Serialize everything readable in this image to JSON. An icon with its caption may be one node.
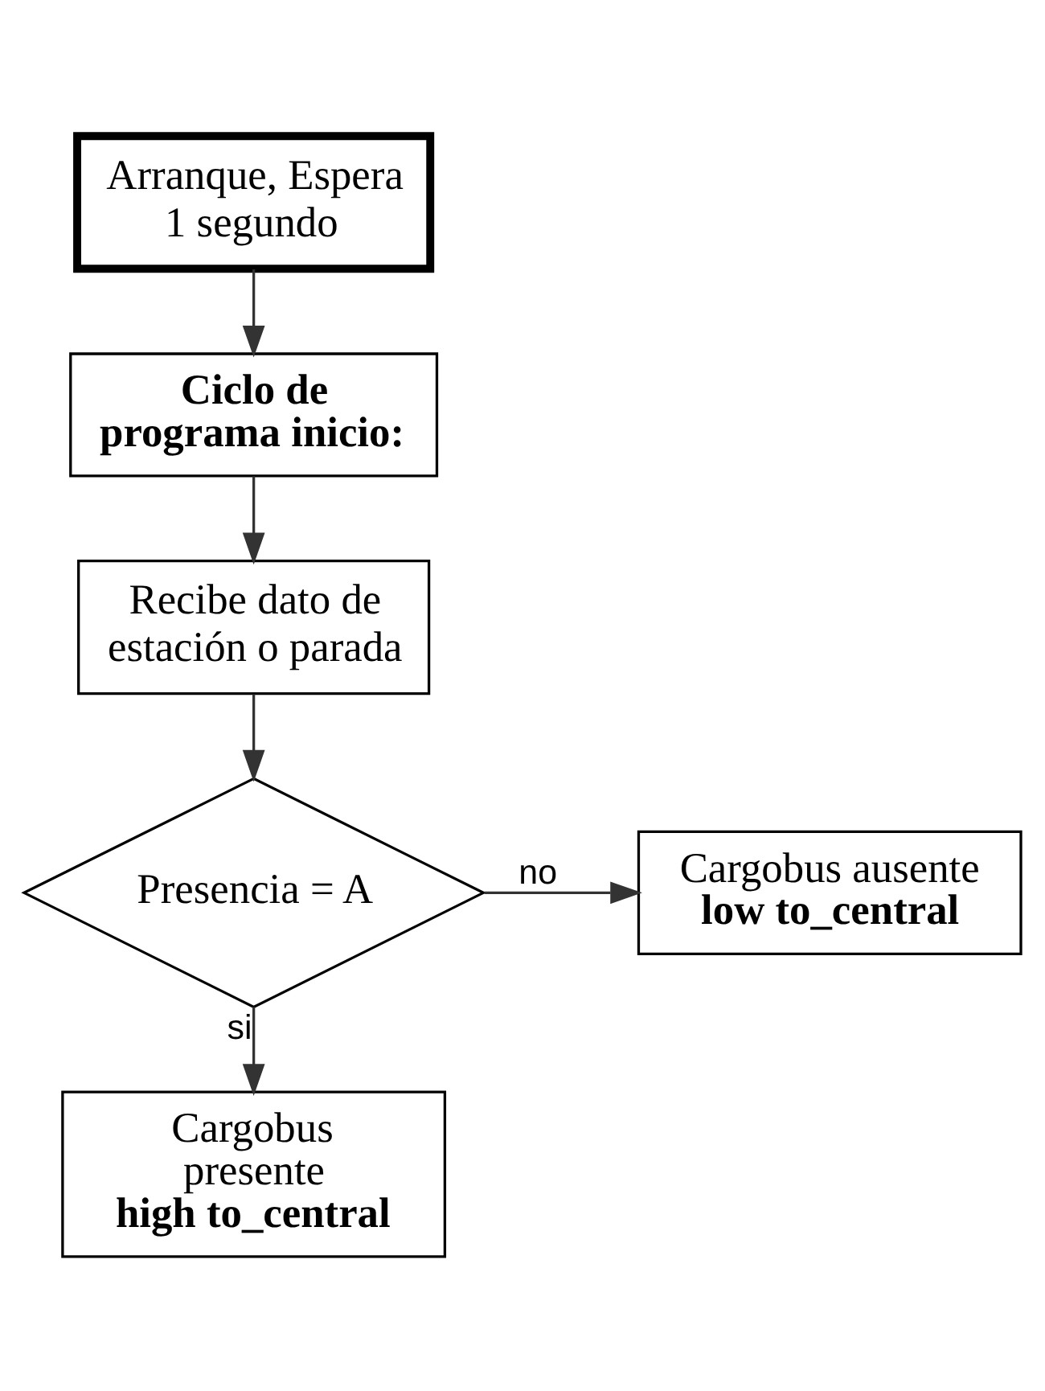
{
  "diagram": {
    "nodes": [
      {
        "text": [
          "Arranque, Espera 1 segundo"
        ]
      },
      {
        "text": [
          "Ciclo de programa inicio:"
        ]
      },
      {
        "text": [
          "Recibe dato de estación o parada"
        ]
      },
      {
        "text": [
          "Presencia = A"
        ]
      },
      {
        "text": [
          "Cargobus ausente",
          "low to_central"
        ]
      },
      {
        "text": [
          "Cargobus presente",
          "high to_central"
        ]
      }
    ],
    "edges": [
      {
        "from": 0,
        "to": 1,
        "arrow": "to"
      },
      {
        "from": 1,
        "to": 2,
        "arrow": "to"
      },
      {
        "from": 2,
        "to": 3,
        "arrow": "to"
      },
      {
        "from": 3,
        "to": 4,
        "arrow": "to",
        "label": "no"
      },
      {
        "from": 3,
        "to": 5,
        "arrow": "to",
        "label": "si"
      }
    ]
  }
}
